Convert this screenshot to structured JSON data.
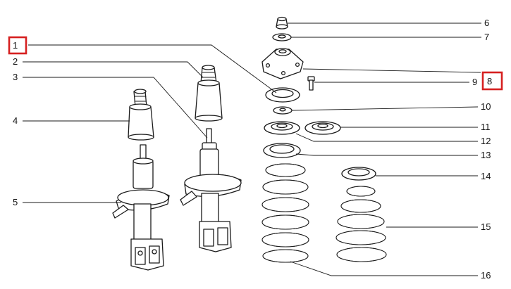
{
  "highlight_color": "#d62020",
  "callouts": [
    {
      "id": "1",
      "label": "1",
      "highlighted": true
    },
    {
      "id": "2",
      "label": "2",
      "highlighted": false
    },
    {
      "id": "3",
      "label": "3",
      "highlighted": false
    },
    {
      "id": "4",
      "label": "4",
      "highlighted": false
    },
    {
      "id": "5",
      "label": "5",
      "highlighted": false
    },
    {
      "id": "6",
      "label": "6",
      "highlighted": false
    },
    {
      "id": "7",
      "label": "7",
      "highlighted": false
    },
    {
      "id": "8",
      "label": "8",
      "highlighted": true
    },
    {
      "id": "9",
      "label": "9",
      "highlighted": false
    },
    {
      "id": "10",
      "label": "10",
      "highlighted": false
    },
    {
      "id": "11",
      "label": "11",
      "highlighted": false
    },
    {
      "id": "12",
      "label": "12",
      "highlighted": false
    },
    {
      "id": "13",
      "label": "13",
      "highlighted": false
    },
    {
      "id": "14",
      "label": "14",
      "highlighted": false
    },
    {
      "id": "15",
      "label": "15",
      "highlighted": false
    },
    {
      "id": "16",
      "label": "16",
      "highlighted": false
    }
  ]
}
